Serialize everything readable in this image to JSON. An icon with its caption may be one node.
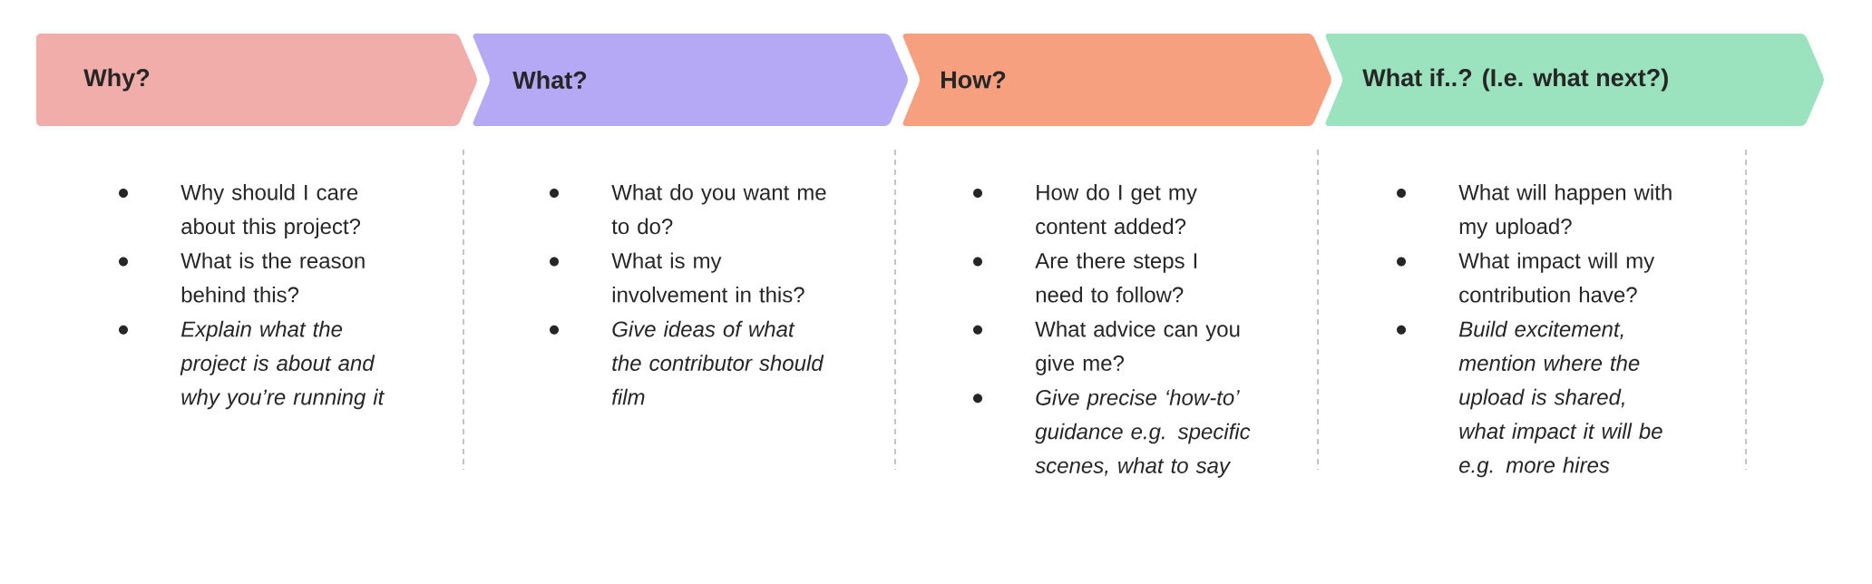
{
  "diagram": {
    "nodes": [
      {
        "text": [
          "Why?"
        ],
        "beside": [
          "Why should I care about this project?",
          "What is the reason behind this?",
          "Explain what the project is about and why you’re running it"
        ]
      },
      {
        "text": [
          "What?"
        ],
        "beside": [
          "What do you want me to do?",
          "What is my involvement in this?",
          "Give ideas of what the contributor should film"
        ]
      },
      {
        "text": [
          "How?"
        ],
        "beside": [
          "How do I get my content added?",
          "Are there steps I need to follow?",
          "What advice can you give me?",
          "Give precise ‘how-to’ guidance e.g. specific scenes, what to say"
        ]
      },
      {
        "text": [
          "What if..? (I.e. what next?)"
        ],
        "beside": [
          "What will happen with my upload?",
          "What impact will my contribution have?",
          "Build excitement, mention where the upload is shared, what impact it will be e.g. more hires"
        ]
      }
    ]
  }
}
